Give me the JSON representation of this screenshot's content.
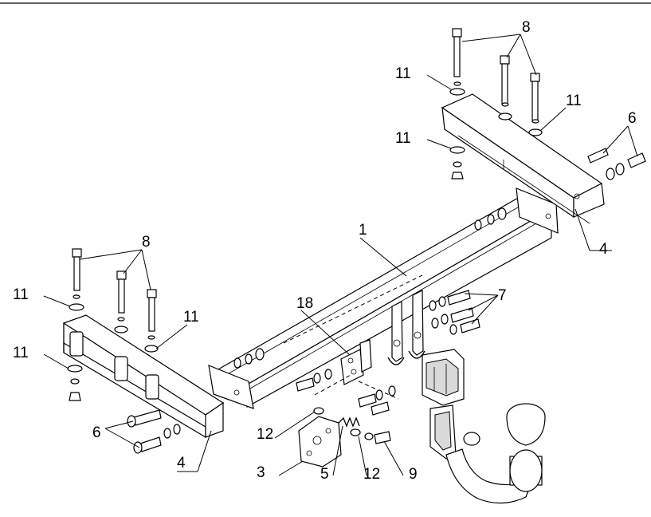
{
  "callouts": {
    "c1": "1",
    "c3": "3",
    "c4_right": "4",
    "c4_left": "4",
    "c5": "5",
    "c6_right": "6",
    "c6_left": "6",
    "c7": "7",
    "c8_right": "8",
    "c8_left": "8",
    "c9": "9",
    "c11_tr_upper": "11",
    "c11_tr_mid": "11",
    "c11_tr_lower": "11",
    "c11_l_upper": "11",
    "c11_l_right": "11",
    "c11_l_lower": "11",
    "c12_left": "12",
    "c12_right": "12",
    "c18": "18"
  }
}
